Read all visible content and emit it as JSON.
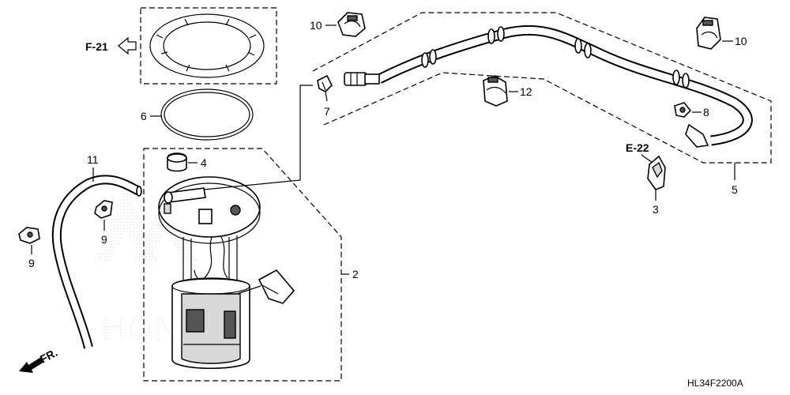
{
  "callouts": {
    "p1": "2",
    "p2": "3",
    "p3": "4",
    "p4": "5",
    "p5": "6",
    "p6": "7",
    "p7": "8",
    "p8": "9",
    "p9": "9",
    "p10": "10",
    "p11": "10",
    "p12": "11",
    "p13": "12"
  },
  "refs": {
    "f21": "F-21",
    "e22": "E-22",
    "fr": "FR."
  },
  "diagram_code": "HL34F2200A",
  "watermark": "HONDA"
}
